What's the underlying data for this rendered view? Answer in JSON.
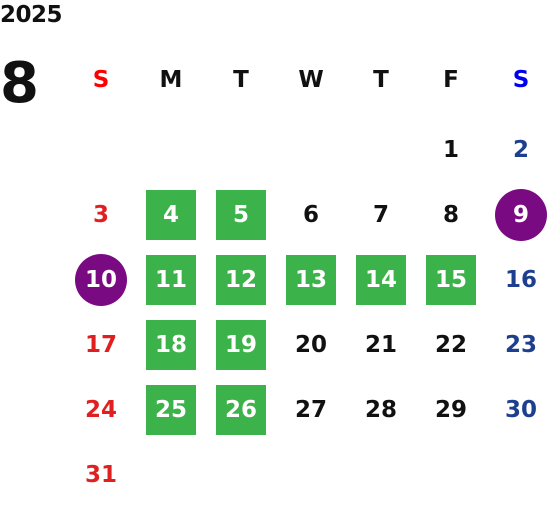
{
  "header": {
    "year": "2025",
    "month": "8"
  },
  "weekdays": [
    "S",
    "M",
    "T",
    "W",
    "T",
    "F",
    "S"
  ],
  "weeks": [
    [
      "",
      "",
      "",
      "",
      "",
      "1",
      "2"
    ],
    [
      "3",
      "4",
      "5",
      "6",
      "7",
      "8",
      "9"
    ],
    [
      "10",
      "11",
      "12",
      "13",
      "14",
      "15",
      "16"
    ],
    [
      "17",
      "18",
      "19",
      "20",
      "21",
      "22",
      "23"
    ],
    [
      "24",
      "25",
      "26",
      "27",
      "28",
      "29",
      "30"
    ],
    [
      "31",
      "",
      "",
      "",
      "",
      "",
      ""
    ]
  ],
  "marks": {
    "green_days": [
      "4",
      "5",
      "11",
      "12",
      "13",
      "14",
      "15",
      "18",
      "19",
      "25",
      "26"
    ],
    "circle_days": [
      "9",
      "10"
    ]
  },
  "colors": {
    "sunday": "#e02020",
    "saturday": "#1e3f8f",
    "highlight_green": "#3bb34a",
    "highlight_circle": "#7a0a82"
  }
}
